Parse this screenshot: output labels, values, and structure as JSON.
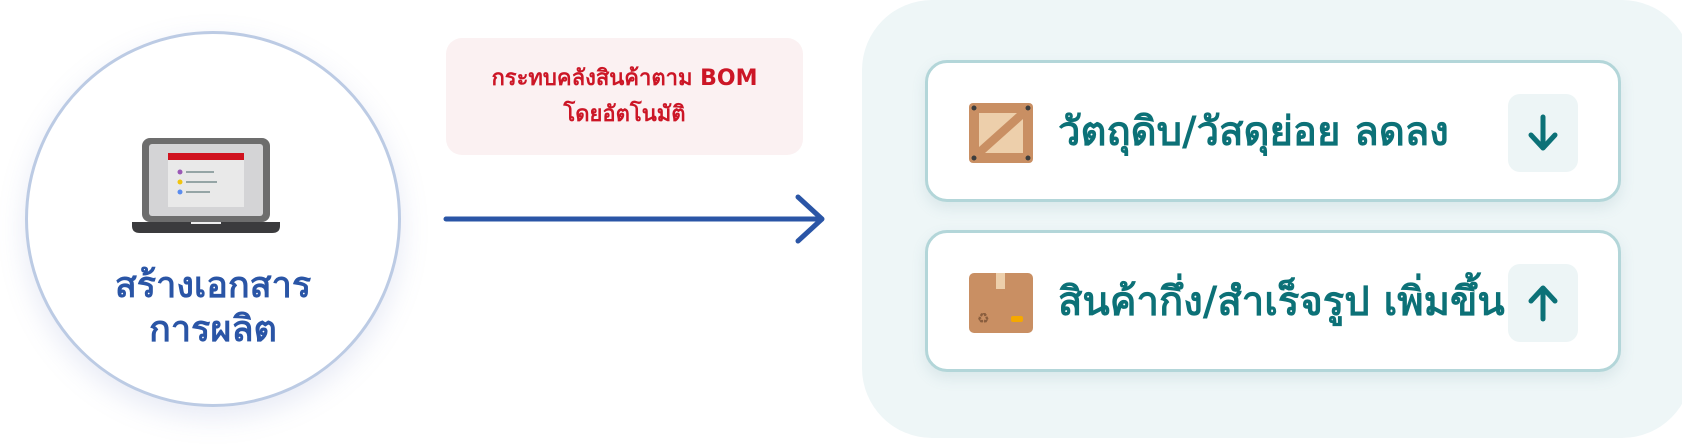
{
  "source": {
    "title_line1": "สร้างเอกสาร",
    "title_line2": "การผลิต",
    "icon": "laptop-document-icon"
  },
  "action": {
    "line1": "กระทบคลังสินค้าตาม BOM",
    "line2": "โดยอัตโนมัติ",
    "color": "#cc1626"
  },
  "results": [
    {
      "label": "วัตถุดิบ/วัสดุย่อย ลดลง",
      "icon": "wooden-crate-icon",
      "direction": "down",
      "direction_icon": "arrow-down-icon"
    },
    {
      "label": "สินค้ากึ่ง/สำเร็จรูป เพิ่มขึ้น",
      "icon": "cardboard-box-icon",
      "direction": "up",
      "direction_icon": "arrow-up-icon"
    }
  ],
  "colors": {
    "primary_blue": "#2a55a6",
    "teal": "#0c7177"
  }
}
